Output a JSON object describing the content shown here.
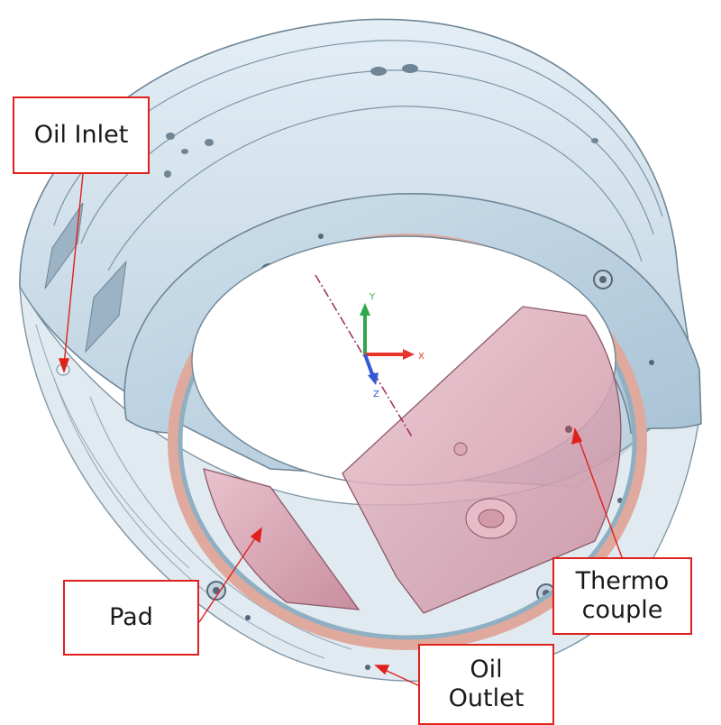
{
  "callouts": {
    "oil_inlet": "Oil Inlet",
    "pad": "Pad",
    "thermocouple": [
      "Thermo",
      "couple"
    ],
    "oil_outlet": [
      "Oil",
      "Outlet"
    ]
  },
  "axis_triad": {
    "x_label": "X",
    "y_label": "Y",
    "z_label": "Z"
  },
  "colors": {
    "housing": "#c9dbe8",
    "housing_edge": "#6f8595",
    "pad": "#d9a7b6",
    "liner_ring": "#e0a99d",
    "callout": "#e0201b",
    "axis_x": "#e8352c",
    "axis_y": "#2ea84a",
    "axis_z": "#3358d6"
  }
}
